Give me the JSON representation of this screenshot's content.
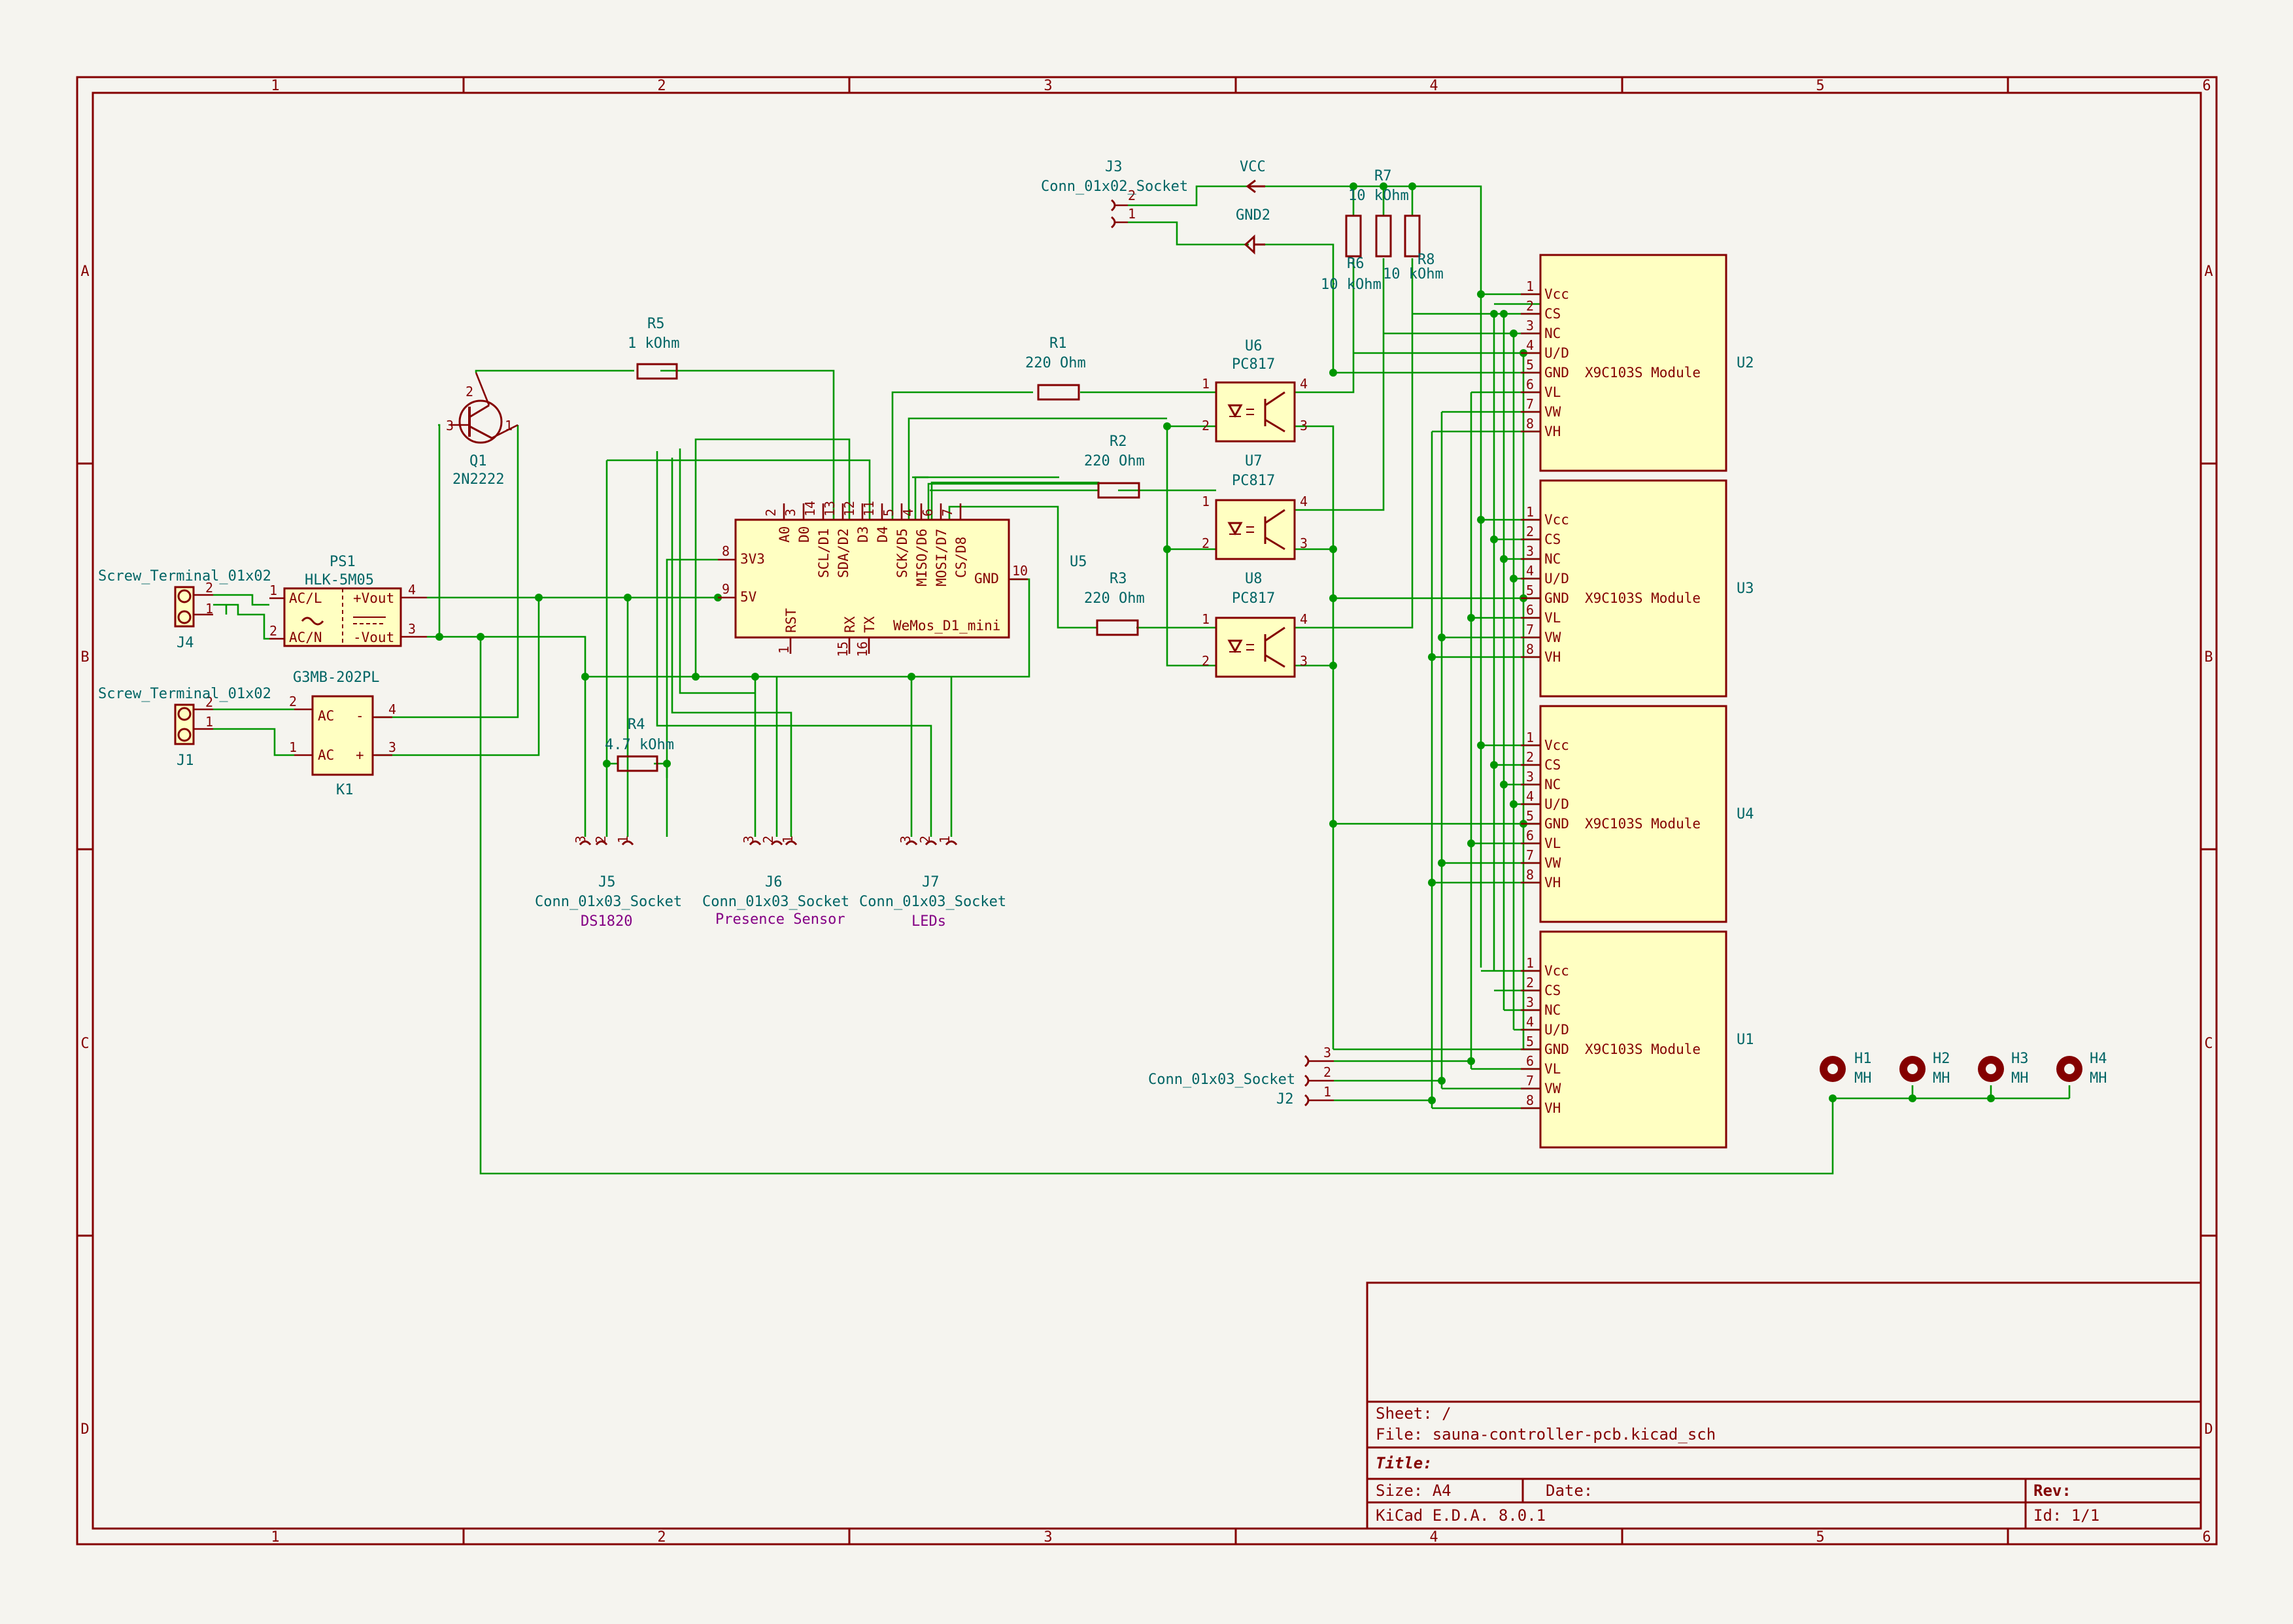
{
  "frame": {
    "columns": [
      "1",
      "2",
      "3",
      "4",
      "5",
      "6"
    ],
    "rows": [
      "A",
      "B",
      "C",
      "D"
    ]
  },
  "title_block": {
    "sheet": "Sheet: /",
    "file": "File: sauna-controller-pcb.kicad_sch",
    "title": "Title:",
    "size": "Size: A4",
    "date": "Date:",
    "rev": "Rev:",
    "tool": "KiCad E.D.A. 8.0.1",
    "id": "Id: 1/1"
  },
  "components": {
    "J4": {
      "ref": "J4",
      "value": "Screw_Terminal_01x02"
    },
    "J1": {
      "ref": "J1",
      "value": "Screw_Terminal_01x02"
    },
    "PS1": {
      "ref": "PS1",
      "value": "HLK-5M05",
      "pins": [
        "AC/L",
        "AC/N",
        "+Vout",
        "-Vout"
      ]
    },
    "K1": {
      "ref": "K1",
      "value": "G3MB-202PL",
      "pins": [
        "AC",
        "AC",
        "-",
        "+"
      ]
    },
    "Q1": {
      "ref": "Q1",
      "value": "2N2222"
    },
    "R5": {
      "ref": "R5",
      "value": "1 kOhm"
    },
    "R1": {
      "ref": "R1",
      "value": "220 Ohm"
    },
    "R2": {
      "ref": "R2",
      "value": "220 Ohm"
    },
    "R3": {
      "ref": "R3",
      "value": "220 Ohm"
    },
    "R4": {
      "ref": "R4",
      "value": "4.7 kOhm"
    },
    "R6": {
      "ref": "R6",
      "value": "10 kOhm"
    },
    "R7": {
      "ref": "R7",
      "value": "10 kOhm"
    },
    "R8": {
      "ref": "R8",
      "value": "10 kOhm"
    },
    "U5": {
      "ref": "U5",
      "value": "WeMos_D1_mini",
      "top_pins": [
        "A0",
        "D0",
        "SCL/D1",
        "SDA/D2",
        "D3",
        "D4",
        "SCK/D5",
        "MISO/D6",
        "MOSI/D7",
        "CS/D8"
      ],
      "left_pins": [
        "3V3",
        "5V"
      ],
      "bottom_pins": [
        "RST",
        "RX",
        "TX"
      ],
      "right_pins": [
        "GND"
      ]
    },
    "U6": {
      "ref": "U6",
      "value": "PC817"
    },
    "U7": {
      "ref": "U7",
      "value": "PC817"
    },
    "U8": {
      "ref": "U8",
      "value": "PC817"
    },
    "J3": {
      "ref": "J3",
      "value": "Conn_01x02_Socket"
    },
    "J2": {
      "ref": "J2",
      "value": "Conn_01x03_Socket"
    },
    "J5": {
      "ref": "J5",
      "value": "Conn_01x03_Socket",
      "label": "DS1820"
    },
    "J6": {
      "ref": "J6",
      "value": "Conn_01x03_Socket",
      "label": "Presence Sensor"
    },
    "J7": {
      "ref": "J7",
      "value": "Conn_01x03_Socket",
      "label": "LEDs"
    },
    "VCC": {
      "name": "VCC"
    },
    "GND2": {
      "name": "GND2"
    },
    "modules": [
      {
        "ref": "U2",
        "value": "X9C103S Module"
      },
      {
        "ref": "U3",
        "value": "X9C103S Module"
      },
      {
        "ref": "U4",
        "value": "X9C103S Module"
      },
      {
        "ref": "U1",
        "value": "X9C103S Module"
      }
    ],
    "module_pins": [
      "Vcc",
      "CS",
      "NC",
      "U/D",
      "GND",
      "VL",
      "VW",
      "VH"
    ],
    "holes": [
      {
        "ref": "H1",
        "value": "MH"
      },
      {
        "ref": "H2",
        "value": "MH"
      },
      {
        "ref": "H3",
        "value": "MH"
      },
      {
        "ref": "H4",
        "value": "MH"
      }
    ]
  },
  "colors": {
    "symbol": "#840000",
    "fill": "#ffffc2",
    "wire": "#009600",
    "ref": "#006464",
    "label": "#840084",
    "paper": "#f5f4ef"
  }
}
